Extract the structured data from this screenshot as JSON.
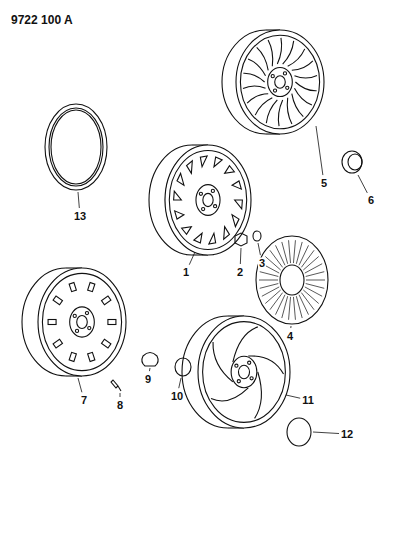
{
  "diagram": {
    "labels": [
      "9722 100 A",
      "13",
      "5",
      "6",
      "1",
      "2",
      "3",
      "4",
      "7",
      "8",
      "9",
      "10",
      "11",
      "12"
    ]
  }
}
